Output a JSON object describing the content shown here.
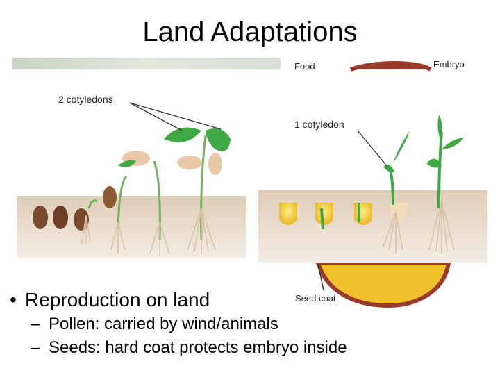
{
  "slide": {
    "title": "Land Adaptations",
    "figure": {
      "labels": {
        "two_cotyledons": "2 cotyledons",
        "one_cotyledon": "1 cotyledon",
        "food": "Food",
        "embryo": "Embryo",
        "seed_coat": "Seed coat"
      }
    },
    "bullets": [
      {
        "text": "Reproduction on land",
        "sub": [
          "Pollen: carried by wind/animals",
          "Seeds: hard coat protects embryo inside"
        ]
      }
    ]
  },
  "colors": {
    "leaf_green": "#3fa845",
    "soil": "#e9dccb",
    "seed_brown": "#7a4a2e",
    "corn_yellow": "#f2c32a",
    "seed_coat_red": "#9a3a2a"
  }
}
